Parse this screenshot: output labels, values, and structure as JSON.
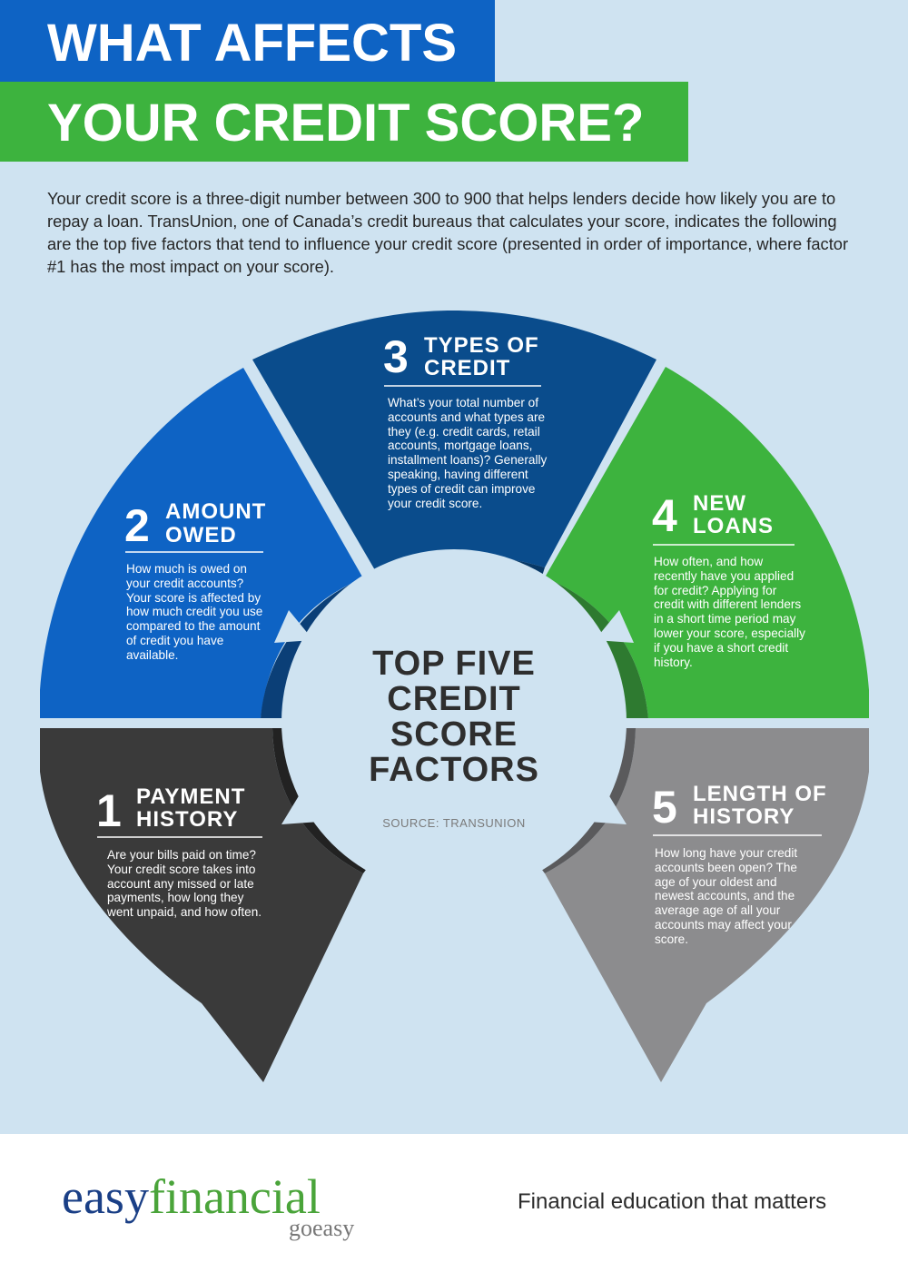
{
  "header": {
    "line1": "WHAT AFFECTS",
    "line2": "YOUR CREDIT SCORE?"
  },
  "intro": "Your credit score is a three-digit number between 300 to 900 that helps lenders decide how likely you are to repay a loan. TransUnion, one of Canada’s credit bureaus that calculates your score, indicates the following are the top five factors that tend to influence your credit score (presented in order of importance, where factor #1 has the most impact on your score).",
  "center": {
    "title": "TOP FIVE CREDIT SCORE FACTORS",
    "source": "SOURCE: TRANSUNION"
  },
  "factors": [
    {
      "number": "1",
      "heading_line1": "PAYMENT",
      "heading_line2": "HISTORY",
      "description": "Are your bills paid on time? Your credit score takes into account any missed or late payments, how long they went unpaid, and how often."
    },
    {
      "number": "2",
      "heading_line1": "AMOUNT",
      "heading_line2": "OWED",
      "description": "How much is owed on your credit accounts? Your score is affected by how much credit you use compared to the amount of credit you have available."
    },
    {
      "number": "3",
      "heading_line1": "TYPES OF",
      "heading_line2": "CREDIT",
      "description": "What’s your total number of accounts and what types are they (e.g. credit cards, retail accounts, mortgage loans, installment loans)? Generally speaking, having different types of credit can improve your credit score."
    },
    {
      "number": "4",
      "heading_line1": "NEW",
      "heading_line2": "LOANS",
      "description": "How often, and how recently have you applied for credit? Applying for credit with different lenders in a short time period may lower your score, especially if you have a short credit history."
    },
    {
      "number": "5",
      "heading_line1": "LENGTH OF",
      "heading_line2": "HISTORY",
      "description": "How long have your credit accounts been open? The age of your oldest and newest accounts, and the average age of all your accounts may affect your score."
    }
  ],
  "footer": {
    "logo_part1": "easy",
    "logo_part2": "financial",
    "logo_sub": "goeasy",
    "tagline": "Financial education that matters"
  },
  "colors": {
    "blue_banner": "#0e63c4",
    "green_banner": "#3db33e",
    "background": "#cfe3f1",
    "factor1": "#3a3a3a",
    "factor2": "#0e63c4",
    "factor3": "#0a4c8c",
    "factor4": "#3db33e",
    "factor5": "#8c8c8e",
    "logo_blue": "#1a3f86",
    "logo_green": "#4aa43a"
  }
}
